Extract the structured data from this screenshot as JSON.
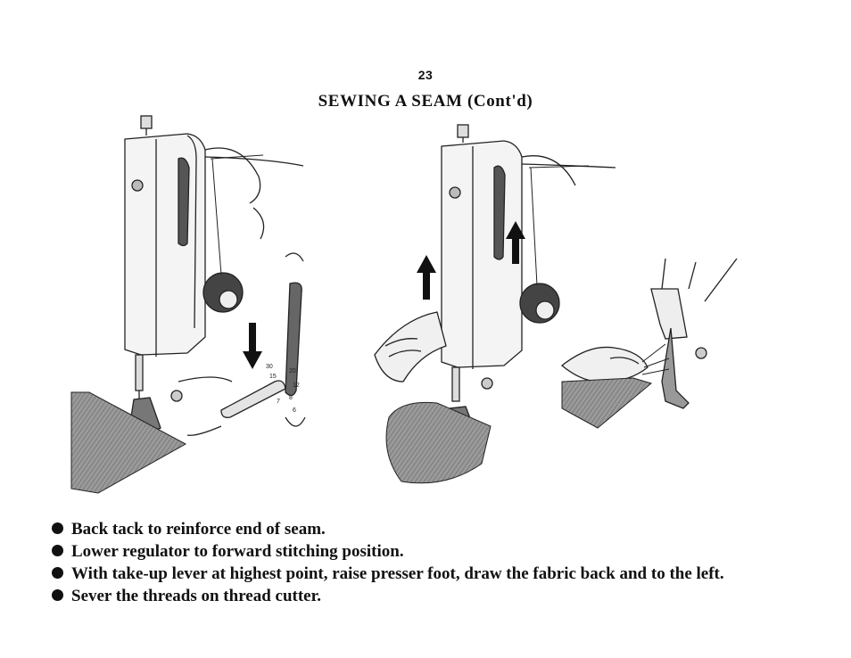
{
  "page": {
    "number": "23",
    "title": "SEWING A SEAM (Cont'd)"
  },
  "figure": {
    "dial_labels": [
      "30",
      "15",
      "20",
      "12",
      "8",
      "7",
      "6"
    ]
  },
  "instructions": [
    "Back tack to reinforce end of seam.",
    "Lower regulator to forward stitching position.",
    "With take-up lever at highest point, raise presser foot, draw the fabric back and to the left.",
    "Sever the threads on thread cutter."
  ],
  "colors": {
    "ink": "#111111",
    "fabric": "#8c8c8c",
    "paper": "#ffffff"
  }
}
